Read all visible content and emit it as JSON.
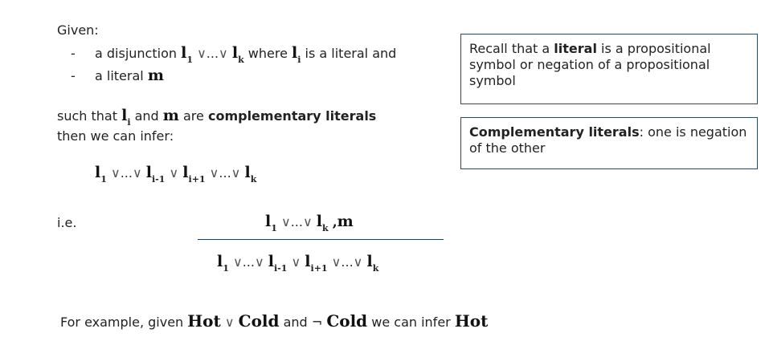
{
  "given_label": "Given:",
  "bullets": [
    {
      "dash": "-",
      "pre": "a disjunction",
      "mid": "where",
      "post": "is a literal and"
    },
    {
      "dash": "-",
      "pre": "a literal"
    }
  ],
  "symbols": {
    "l": "l",
    "m": "m",
    "or": "∨",
    "dots": "...",
    "comma": ",",
    "sub_1": "1",
    "sub_k": "k",
    "sub_i": "i",
    "sub_i_minus": "i-1",
    "sub_i_plus": "i+1",
    "neg": "¬"
  },
  "such_that": {
    "pre": "such that",
    "mid": "and",
    "post": "are",
    "bold": "complementary literals",
    "line2": "then we can infer:"
  },
  "ie_label": "i.e.",
  "example": {
    "pre": "For example, given",
    "hot": "Hot",
    "cold": "Cold",
    "and": "and",
    "mid": "we can infer"
  },
  "box1": {
    "pre": "Recall that a",
    "bold": "literal",
    "post": "is a propositional symbol or negation of a propositional symbol"
  },
  "box2": {
    "bold": "Complementary literals",
    "post": ": one is negation of the other"
  }
}
